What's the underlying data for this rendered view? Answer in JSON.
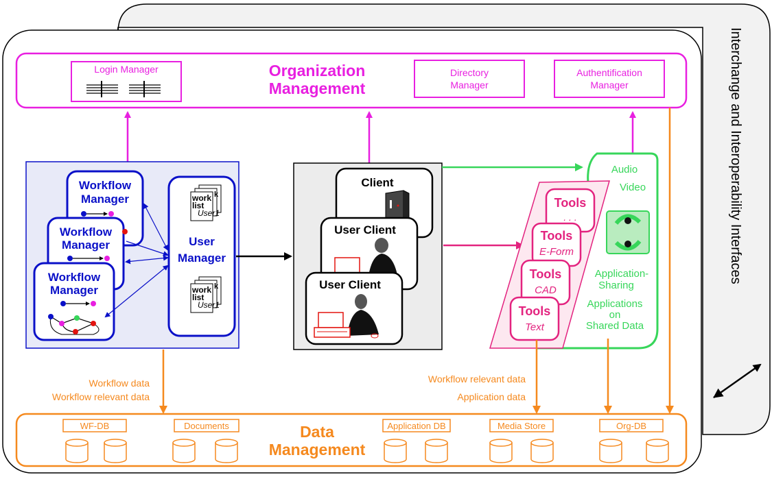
{
  "interchange_label": "Interchange and Interoperability Interfaces",
  "org_management": {
    "title_line1": "Organization",
    "title_line2": "Management",
    "login_manager": "Login Manager",
    "directory_line1": "Directory",
    "directory_line2": "Manager",
    "auth_line1": "Authentification",
    "auth_line2": "Manager"
  },
  "workflow": {
    "wm_line1": "Workflow",
    "wm_line2": "Manager",
    "worklist_line1": "work",
    "worklist_line2": "list",
    "worklist_k": "k",
    "worklist_user": "User1",
    "user_manager_line1": "User",
    "user_manager_line2": "Manager"
  },
  "clients": {
    "client": "Client",
    "user_client": "User Client"
  },
  "tools": {
    "label": "Tools",
    "dots": ". . .",
    "eform": "E-Form",
    "cad": "CAD",
    "text": "Text"
  },
  "collab": {
    "audio": "Audio",
    "video": "Video",
    "app_sharing_line1": "Application-",
    "app_sharing_line2": "Sharing",
    "apps_shared_line1": "Applications",
    "apps_shared_line2": "on",
    "apps_shared_line3": "Shared Data"
  },
  "flows": {
    "workflow_data": "Workflow data",
    "workflow_relevant_data": "Workflow relevant data",
    "workflow_relevant_data_2": "Workflow relevant data",
    "application_data": "Application data"
  },
  "data_management": {
    "title_line1": "Data",
    "title_line2": "Management",
    "stores": [
      "WF-DB",
      "Documents",
      "Application DB",
      "Media Store",
      "Org-DB"
    ]
  },
  "colors": {
    "magenta": "#e81fe0",
    "blue": "#0a10c8",
    "orange": "#f5891e",
    "green": "#37d65a",
    "crimson": "#e3237f"
  }
}
